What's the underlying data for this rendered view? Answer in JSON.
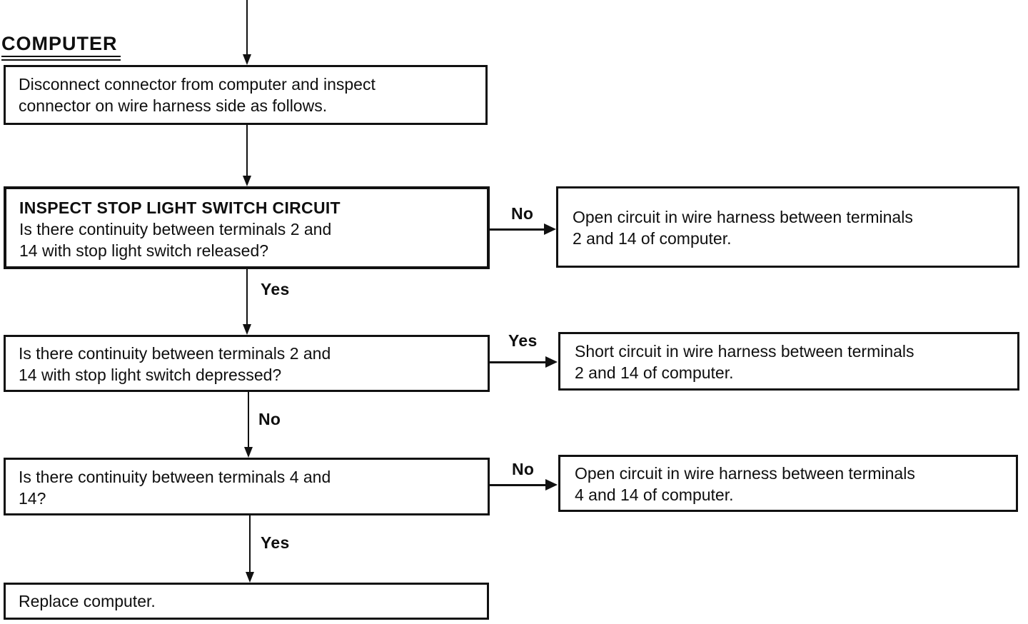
{
  "header": {
    "title": "COMPUTER"
  },
  "colors": {
    "ink": "#111111",
    "background": "#ffffff"
  },
  "nodes": {
    "intro": {
      "line1": "Disconnect connector from computer and inspect",
      "line2": "connector on wire harness side as follows."
    },
    "inspect_released": {
      "title": "INSPECT STOP LIGHT SWITCH CIRCUIT",
      "line1": "Is there continuity between terminals 2 and",
      "line2": "14 with stop light switch released?"
    },
    "open_circuit_2_14": {
      "line1": "Open circuit in wire harness between terminals",
      "line2": "2 and 14 of computer."
    },
    "inspect_depressed": {
      "line1": "Is there continuity between terminals 2 and",
      "line2": "14 with stop light switch depressed?"
    },
    "short_circuit_2_14": {
      "line1": "Short circuit in wire harness between terminals",
      "line2": "2 and 14 of computer."
    },
    "inspect_4_14": {
      "line1": "Is there continuity between terminals 4 and",
      "line2": "14?"
    },
    "open_circuit_4_14": {
      "line1": "Open circuit in wire harness between terminals",
      "line2": "4 and 14 of computer."
    },
    "replace": {
      "line1": "Replace computer."
    }
  },
  "branch_labels": {
    "released_no": "No",
    "released_yes": "Yes",
    "depressed_yes": "Yes",
    "depressed_no": "No",
    "t414_no": "No",
    "t414_yes": "Yes"
  }
}
